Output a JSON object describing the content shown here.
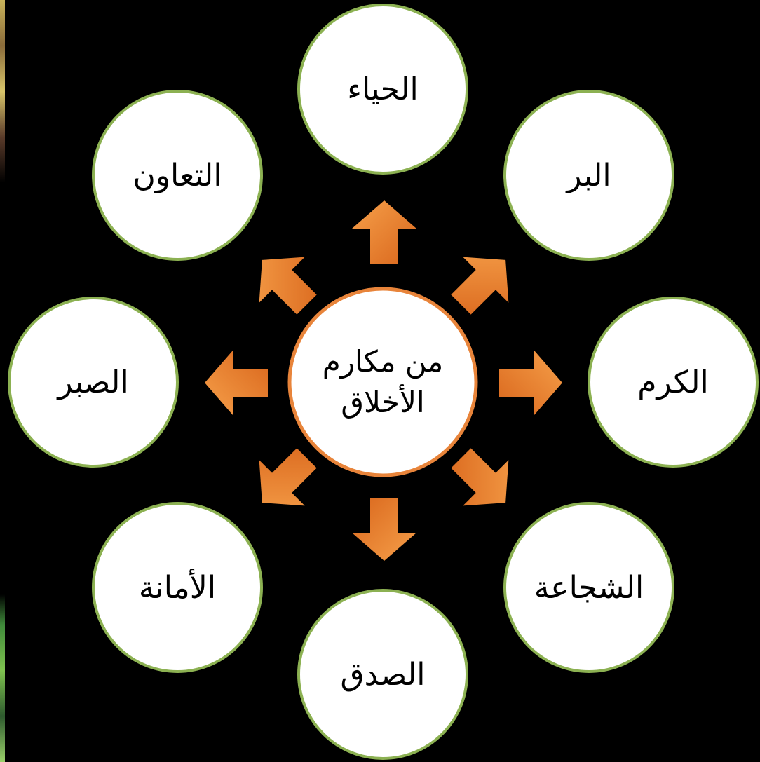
{
  "center": {
    "line1": "من مكارم",
    "line2": "الأخلاق"
  },
  "nodes": [
    {
      "id": "haya",
      "label": "الحياء"
    },
    {
      "id": "birr",
      "label": "البر"
    },
    {
      "id": "karam",
      "label": "الكرم"
    },
    {
      "id": "shajaa",
      "label": "الشجاعة"
    },
    {
      "id": "sidq",
      "label": "الصدق"
    },
    {
      "id": "amana",
      "label": "الأمانة"
    },
    {
      "id": "sabr",
      "label": "الصبر"
    },
    {
      "id": "taawun",
      "label": "التعاون"
    }
  ],
  "colors": {
    "background": "#000000",
    "node_fill": "#ffffff",
    "node_border": "#8cb152",
    "center_border": "#e8843a",
    "arrow_fill": "#f08c30",
    "arrow_dark": "#c8621a"
  }
}
